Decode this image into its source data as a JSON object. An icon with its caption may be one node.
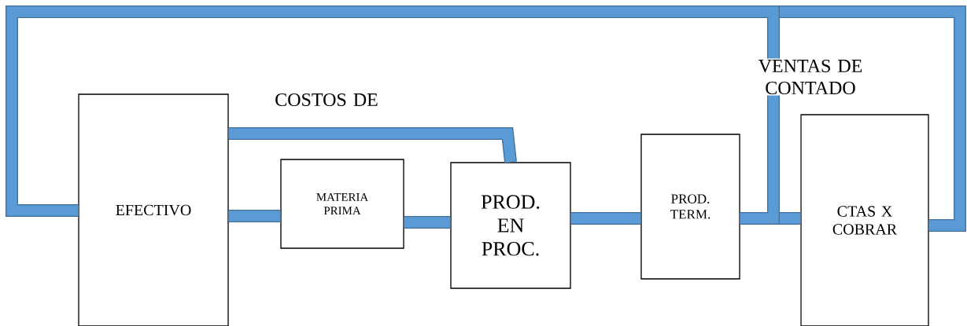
{
  "diagram": {
    "nodes": [
      {
        "text": [
          "EFECTIVO"
        ]
      },
      {
        "text": [
          "MATERIA PRIMA"
        ]
      },
      {
        "text": [
          "PROD. EN PROC."
        ]
      },
      {
        "text": [
          "PROD. TERM."
        ]
      },
      {
        "text": [
          "CTAS X COBRAR"
        ]
      }
    ],
    "edges": [
      {
        "from": 0,
        "to": 1,
        "arrow": "none"
      },
      {
        "from": 1,
        "to": 2,
        "arrow": "none"
      },
      {
        "from": 2,
        "to": 3,
        "arrow": "none"
      },
      {
        "from": 3,
        "to": 4,
        "arrow": "none"
      },
      {
        "from": 0,
        "to": 2,
        "arrow": "none",
        "label": "COSTOS DE"
      },
      {
        "from": 4,
        "to": 0,
        "arrow": "none"
      },
      {
        "from": 3,
        "to": 0,
        "arrow": "none",
        "label": "VENTAS DE CONTADO"
      }
    ]
  }
}
